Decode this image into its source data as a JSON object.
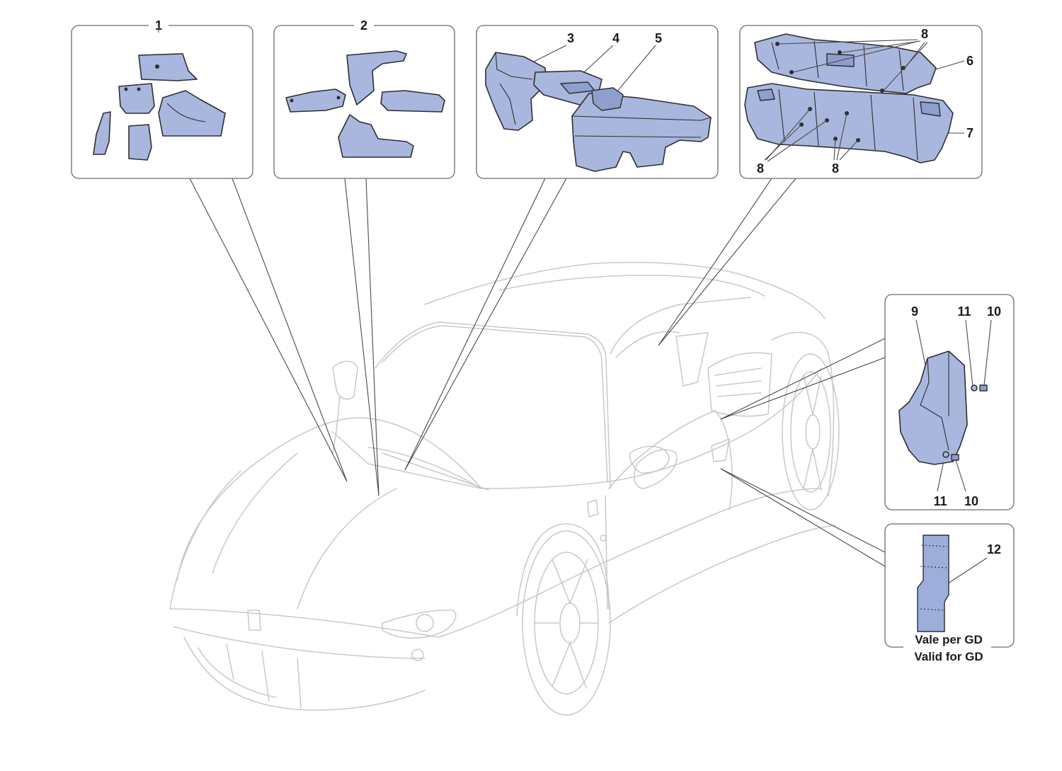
{
  "diagram": {
    "callouts": {
      "c1": "1",
      "c2": "2",
      "c3": "3",
      "c4": "4",
      "c5": "5",
      "c6": "6",
      "c7": "7",
      "c8": "8",
      "c9": "9",
      "c10": "10",
      "c11": "11",
      "c12": "12"
    },
    "note_line1": "Vale per GD",
    "note_line2": "Valid for GD"
  },
  "colors": {
    "part_fill": "#a9b7de",
    "outline": "#2e2e33",
    "car_outline": "#c8c8cc",
    "frame": "#6b6b6b"
  }
}
